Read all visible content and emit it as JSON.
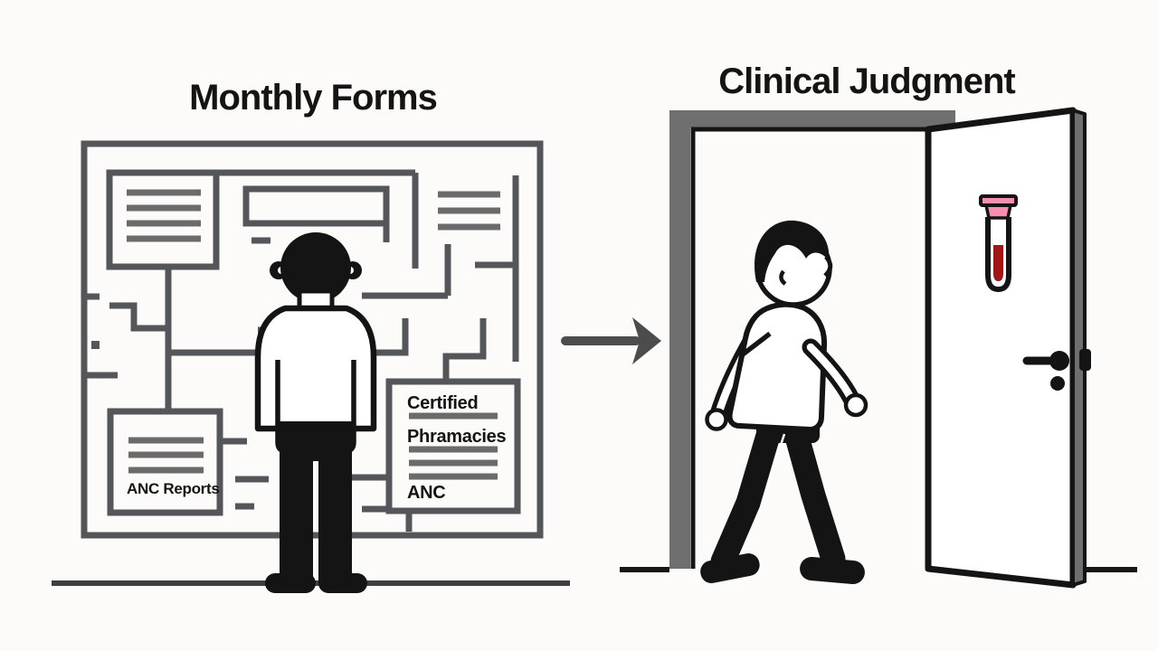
{
  "illustration": {
    "background_color": "#fcfbfa",
    "left_panel": {
      "title": "Monthly Forms",
      "maze_board_icon": "maze-of-forms",
      "standing_person_icon": "person-facing-maze-back-view",
      "anc_reports_box": {
        "label": "ANC Reports"
      },
      "certified_box": {
        "line1": "Certified",
        "line2": "Phramacies",
        "line3": "ANC"
      }
    },
    "arrow_icon": "right-arrow",
    "right_panel": {
      "title": "Clinical Judgment",
      "door_icon": "open-door",
      "walking_person_icon": "person-walking-through-door",
      "test_tube_icon": "blood-test-tube",
      "door_handle_icon": "door-handle"
    },
    "colors": {
      "maze_gray": "#54565a",
      "form_line_gray": "#6b6b6b",
      "door_frame_gray": "#6f6f6f",
      "arrow_gray": "#4c4c4c",
      "floor_gray": "#3f3f3f",
      "ink_black": "#141414",
      "tube_pink": "#f48fb0",
      "tube_red": "#9e1616",
      "white": "#ffffff"
    }
  }
}
